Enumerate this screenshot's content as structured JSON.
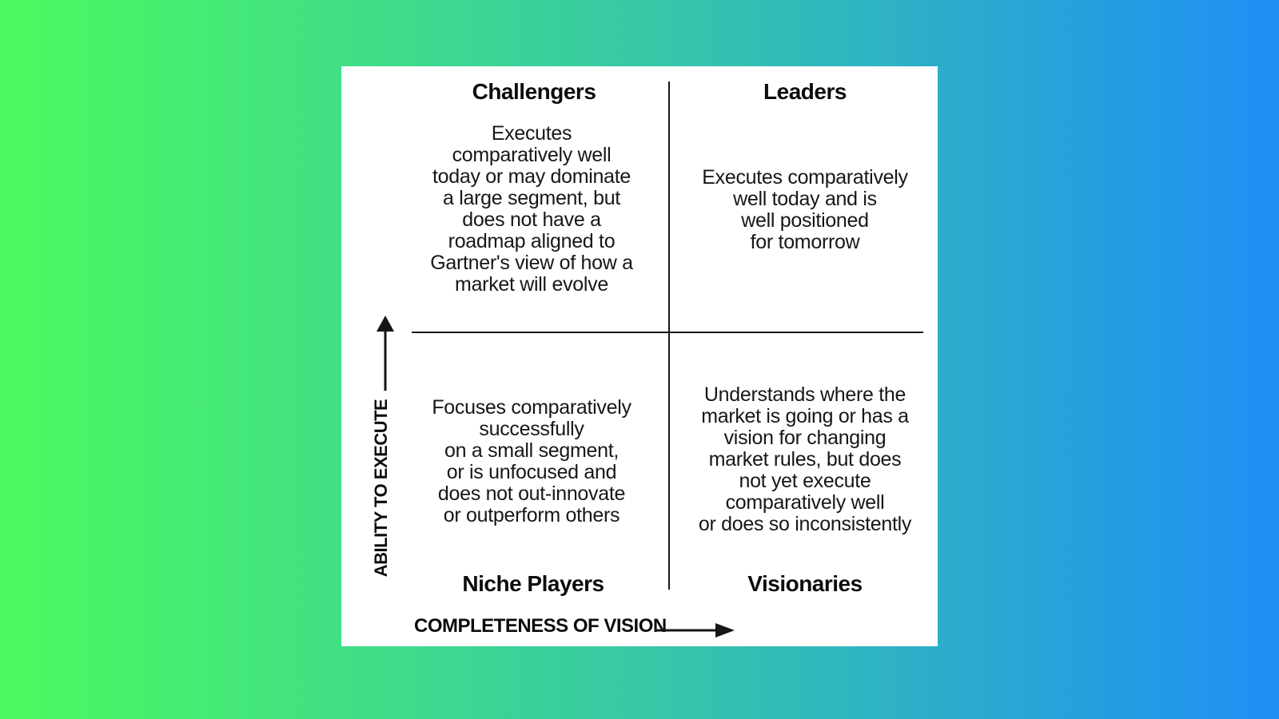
{
  "background": {
    "gradient_left_color": "#4cfa5e",
    "gradient_right_color": "#1e8ff5"
  },
  "matrix": {
    "axes": {
      "y_label": "ABILITY TO EXECUTE",
      "x_label": "COMPLETENESS OF VISION",
      "y_arrow_icon": "up-arrow-icon",
      "x_arrow_icon": "right-arrow-icon"
    },
    "quadrants": {
      "challengers": {
        "title": "Challengers",
        "description": "Executes\ncomparatively well\ntoday or may dominate\na large segment, but\ndoes not have a\nroadmap aligned to\nGartner's view of how a\nmarket will evolve"
      },
      "leaders": {
        "title": "Leaders",
        "description": "Executes comparatively\nwell today and is\nwell positioned\nfor tomorrow"
      },
      "niche_players": {
        "title": "Niche Players",
        "description": "Focuses comparatively\nsuccessfully\non a small segment,\nor is unfocused and\ndoes not out-innovate\nor outperform others"
      },
      "visionaries": {
        "title": "Visionaries",
        "description": "Understands where the\nmarket is going or has a\nvision for changing\nmarket rules, but does\nnot yet execute\ncomparatively well\nor does so inconsistently"
      }
    },
    "line_color": "#161616"
  }
}
